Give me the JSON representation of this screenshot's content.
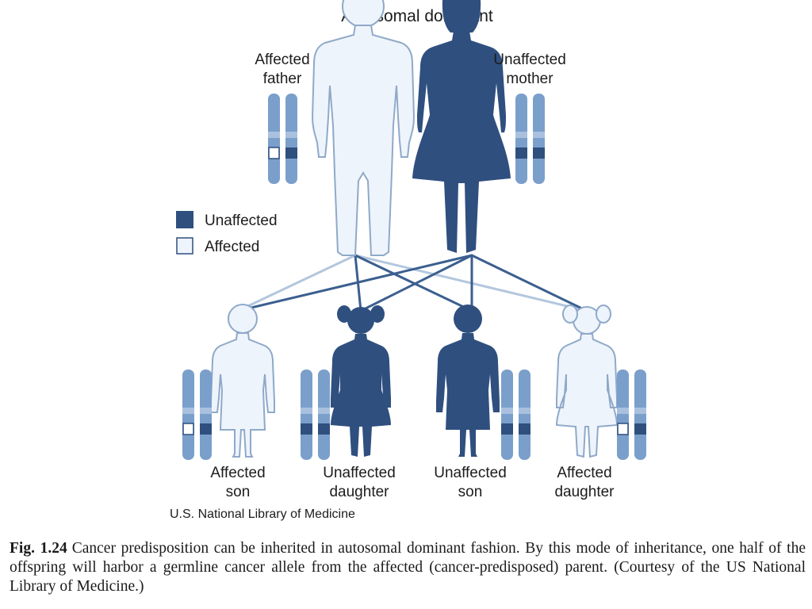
{
  "title": "Autosomal dominant",
  "parents": {
    "father": {
      "label_line1": "Affected",
      "label_line2": "father"
    },
    "mother": {
      "label_line1": "Unaffected",
      "label_line2": "mother"
    }
  },
  "legend": {
    "unaffected": "Unaffected",
    "affected": "Affected"
  },
  "children": [
    {
      "line1": "Affected",
      "line2": "son"
    },
    {
      "line1": "Unaffected",
      "line2": "daughter"
    },
    {
      "line1": "Unaffected",
      "line2": "son"
    },
    {
      "line1": "Affected",
      "line2": "daughter"
    }
  ],
  "credit": "U.S. National Library of Medicine",
  "caption": {
    "figure_label": "Fig. 1.24",
    "text": "Cancer predisposition can be inherited in autosomal dominant fashion. By this mode of inheritance, one half of the offspring will harbor a germline cancer allele from the affected (cancer-predisposed) parent. (Courtesy of the US National Library of Medicine.)"
  },
  "colors": {
    "unaffected_fill": "#2f4f7f",
    "affected_fill": "#eef4fb",
    "outline": "#8fa9c9",
    "chromosome": "#7a9fcb",
    "line_dark": "#3b5f8f",
    "line_light": "#b3c7de"
  }
}
